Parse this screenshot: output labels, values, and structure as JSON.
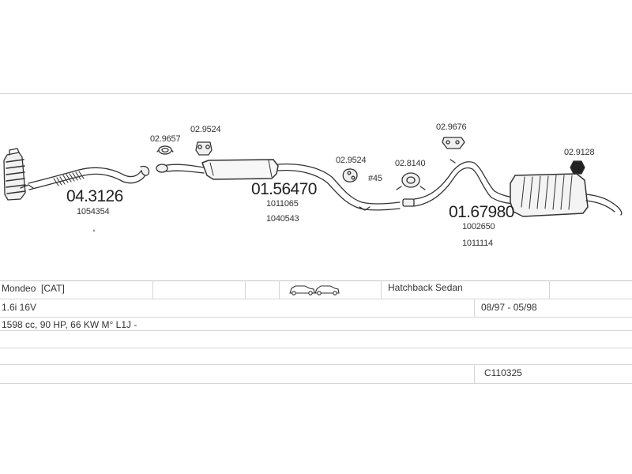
{
  "parts": {
    "pipe_front": {
      "number": "04.3126",
      "refs": [
        "1054354"
      ]
    },
    "clamp_1": {
      "number": "02.9657"
    },
    "hanger_1": {
      "number": "02.9524"
    },
    "middle_silencer": {
      "number": "01.56470",
      "refs": [
        "1011065",
        "1040543"
      ]
    },
    "hanger_2": {
      "number": "02.9524"
    },
    "hanger_2_qty": "#45",
    "clamp_2": {
      "number": "02.8140"
    },
    "hanger_3": {
      "number": "02.9676"
    },
    "hanger_4": {
      "number": "02.9128"
    },
    "rear_silencer": {
      "number": "01.67980",
      "refs": [
        "1002650",
        "1011114"
      ]
    }
  },
  "table": {
    "model": "Mondeo  [CAT]",
    "body_types": "Hatchback Sedan",
    "engine": "1.6i 16V",
    "production_period": "08/97 - 05/98",
    "engine_details": "1598 cc, 90 HP, 66 KW M° L1J -",
    "kit_code": "C110325"
  },
  "icons": {
    "car_icons": "car-icon"
  },
  "colors": {
    "line": "#d6d6d6",
    "drawing": "#333333",
    "text": "#222222"
  }
}
